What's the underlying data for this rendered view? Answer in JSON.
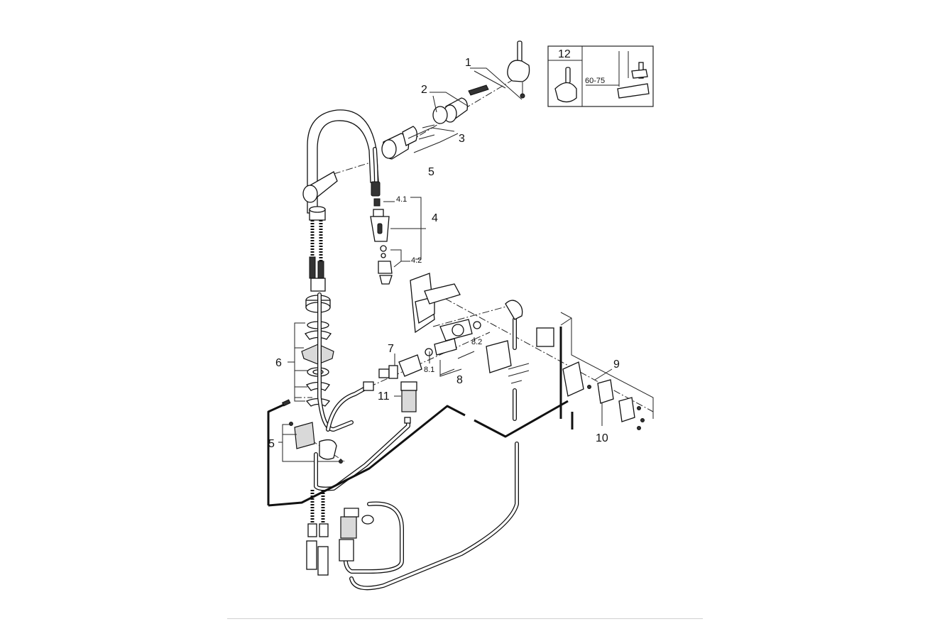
{
  "diagram": {
    "part_labels": {
      "p1": "1",
      "p2": "2",
      "p3": "3",
      "p4": "4",
      "p4_1": "4.1",
      "p4_2": "4.2",
      "p5_hose": "5",
      "p5_clamp": "5",
      "p6": "6",
      "p7": "7",
      "p8": "8",
      "p8_1": "8.1",
      "p8_2": "8.2",
      "p9": "9",
      "p10": "10",
      "p11": "11"
    },
    "inset": {
      "number": "12",
      "dimension": "60-75"
    }
  }
}
